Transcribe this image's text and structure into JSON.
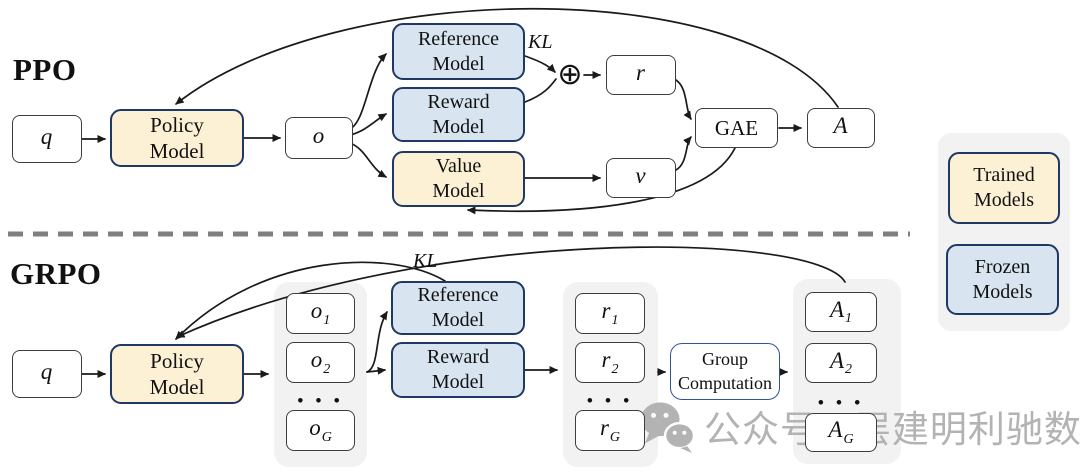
{
  "ppo": {
    "section_label": "PPO",
    "q": {
      "base": "q"
    },
    "policy_model": {
      "line1": "Policy",
      "line2": "Model"
    },
    "o": {
      "base": "o"
    },
    "reference_model": {
      "line1": "Reference",
      "line2": "Model"
    },
    "reward_model": {
      "line1": "Reward",
      "line2": "Model"
    },
    "value_model": {
      "line1": "Value",
      "line2": "Model"
    },
    "kl_label": "KL",
    "oplus_symbol": "⊕",
    "r": {
      "base": "r"
    },
    "v": {
      "base": "v"
    },
    "gae": "GAE",
    "advantage": {
      "base": "A"
    }
  },
  "grpo": {
    "section_label": "GRPO",
    "q": {
      "base": "q"
    },
    "policy_model": {
      "line1": "Policy",
      "line2": "Model"
    },
    "outputs": [
      {
        "base": "o",
        "sub": "1"
      },
      {
        "base": "o",
        "sub": "2"
      },
      {
        "base": "o",
        "sub": "G"
      }
    ],
    "dots": "• • •",
    "reference_model": {
      "line1": "Reference",
      "line2": "Model"
    },
    "reward_model": {
      "line1": "Reward",
      "line2": "Model"
    },
    "kl_label": "KL",
    "rewards": [
      {
        "base": "r",
        "sub": "1"
      },
      {
        "base": "r",
        "sub": "2"
      },
      {
        "base": "r",
        "sub": "G"
      }
    ],
    "group_computation": {
      "line1": "Group",
      "line2": "Computation"
    },
    "advantages": [
      {
        "base": "A",
        "sub": "1"
      },
      {
        "base": "A",
        "sub": "2"
      },
      {
        "base": "A",
        "sub": "G"
      }
    ]
  },
  "legend": {
    "trained": {
      "line1": "Trained",
      "line2": "Models"
    },
    "frozen": {
      "line1": "Frozen",
      "line2": "Models"
    }
  },
  "watermark": {
    "icon": "wechat-icon",
    "text": "公众号 · 层建明利驰数字"
  },
  "colors": {
    "trained_fill": "#FCF0D5",
    "frozen_fill": "#D8E5F1",
    "model_border": "#1F3864",
    "container_fill": "#F2F2F2",
    "divider_gray": "#7F7F7F",
    "watermark_gray": "#B3B3B3"
  }
}
